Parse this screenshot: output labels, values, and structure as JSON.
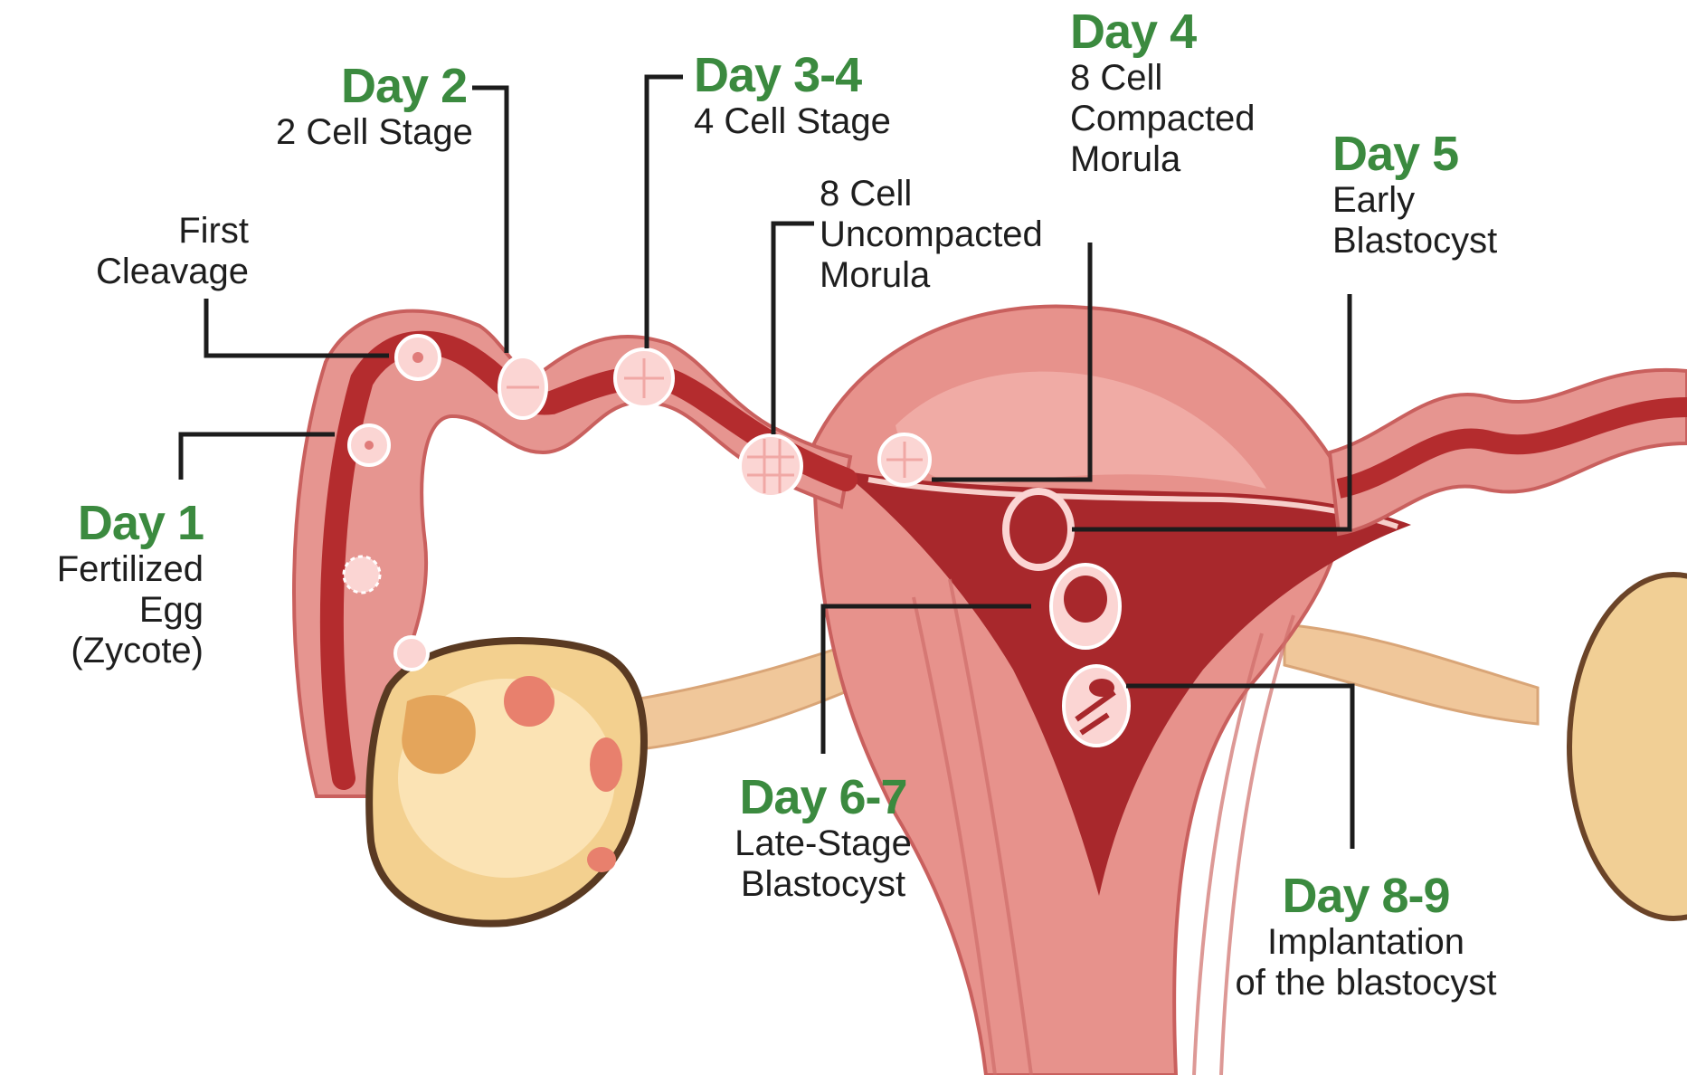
{
  "colors": {
    "day_label": "#3b8a3f",
    "text": "#1e1e1e",
    "leader_line": "#1c1c1c",
    "tube_outer": "#e69590",
    "tube_inner": "#b42c2e",
    "uterus_wall": "#e7928c",
    "uterus_cavity": "#a8282c",
    "ovary": "#f3d08f",
    "ovary_edge": "#5a3a22",
    "follicle": "#e8806d",
    "cell": "#fbd5d3"
  },
  "stages": {
    "day1": {
      "day": "Day 1",
      "desc": "Fertilized\nEgg (Zycote)"
    },
    "cleavage": {
      "desc": "First\nCleavage"
    },
    "day2": {
      "day": "Day 2",
      "desc": "2 Cell Stage"
    },
    "day34": {
      "day": "Day 3-4",
      "desc": "4 Cell Stage"
    },
    "uncompacted": {
      "desc": "8 Cell\nUncompacted\nMorula"
    },
    "day4": {
      "day": "Day 4",
      "desc": "8 Cell\nCompacted\nMorula"
    },
    "day5": {
      "day": "Day 5",
      "desc": "Early\nBlastocyst"
    },
    "day67": {
      "day": "Day 6-7",
      "desc": "Late-Stage\nBlastocyst"
    },
    "day89": {
      "day": "Day 8-9",
      "desc": "Implantation\nof the blastocyst"
    }
  }
}
